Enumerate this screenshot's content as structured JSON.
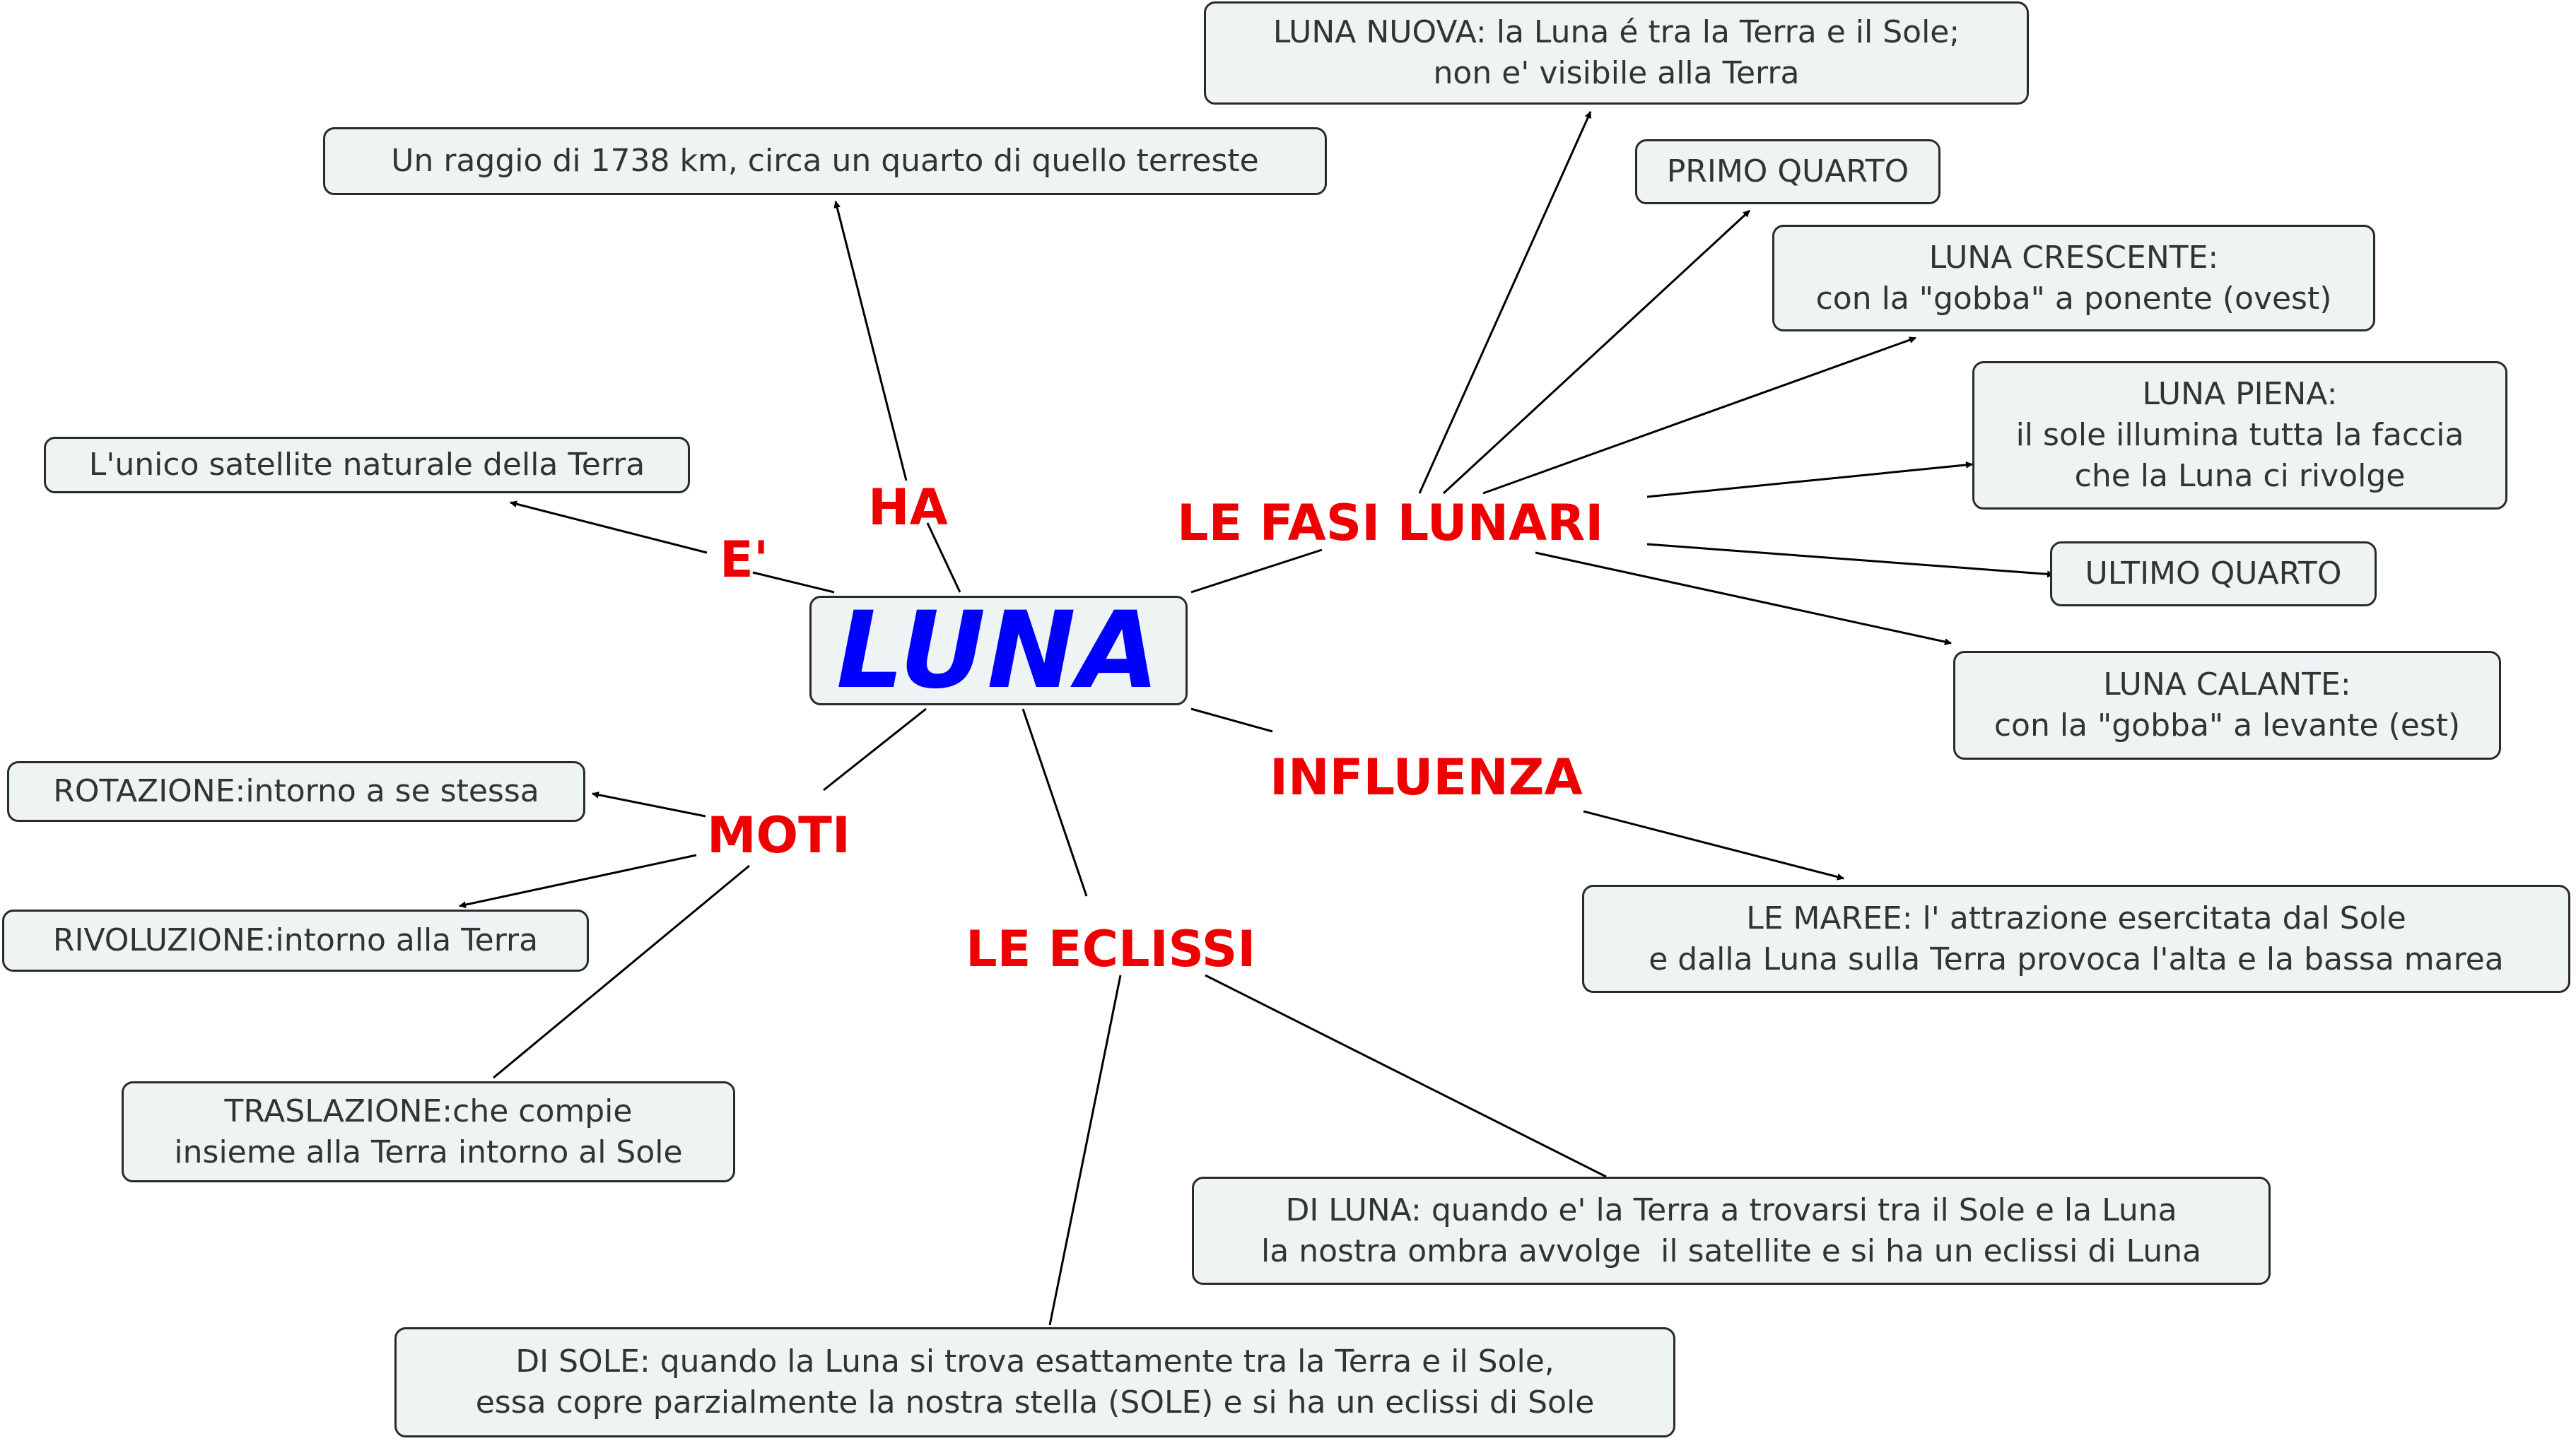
{
  "colors": {
    "node_fill": "#eef3f4",
    "node_border": "#2a2a2a",
    "node_text": "#333333",
    "center_text": "#0000ff",
    "label_text": "#ee0000",
    "line": "#000000"
  },
  "center": {
    "text": "LUNA"
  },
  "labels": {
    "e": "E'",
    "ha": "HA",
    "fasi": "LE FASI LUNARI",
    "influenza": "INFLUENZA",
    "moti": "MOTI",
    "eclissi": "LE ECLISSI"
  },
  "nodes": {
    "satellite": "L'unico satellite naturale della Terra",
    "raggio": "Un raggio di 1738 km, circa un quarto di quello terreste",
    "luna_nuova": "LUNA NUOVA: la Luna é tra la Terra e il Sole;\nnon e' visibile alla Terra",
    "primo_quarto": "PRIMO QUARTO",
    "luna_crescente": "LUNA CRESCENTE:\ncon la \"gobba\" a ponente (ovest)",
    "luna_piena": "LUNA PIENA:\nil sole illumina tutta la faccia\nche la Luna ci rivolge",
    "ultimo_quarto": "ULTIMO QUARTO",
    "luna_calante": "LUNA CALANTE:\ncon la \"gobba\" a levante (est)",
    "maree": "LE MAREE: l' attrazione esercitata dal Sole\ne dalla Luna sulla Terra provoca l'alta e la bassa marea",
    "rotazione": "ROTAZIONE:intorno a se stessa",
    "rivoluzione": "RIVOLUZIONE:intorno alla Terra",
    "traslazione": "TRASLAZIONE:che compie\ninsieme alla Terra intorno al Sole",
    "eclissi_luna": "DI LUNA: quando e' la Terra a trovarsi tra il Sole e la Luna\nla nostra ombra avvolge  il satellite e si ha un eclissi di Luna",
    "eclissi_sole": "DI SOLE: quando la Luna si trova esattamente tra la Terra e il Sole,\nessa copre parzialmente la nostra stella (SOLE) e si ha un eclissi di Sole"
  }
}
